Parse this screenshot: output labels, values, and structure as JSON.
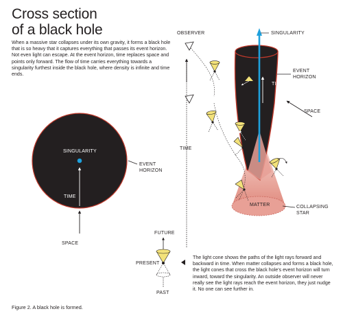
{
  "title": {
    "line1": "Cross section",
    "line2": "of a black hole"
  },
  "intro_text": "When a massive star collapses under its own gravity, it forms a black hole that is so heavy that it captures everything that passes its event horizon. Not even light can escape. At the event horizon, time replaces space and points only forward. The flow of time carries everything towards a singularity furthest inside the black hole, where density is infinite and time ends.",
  "left_diagram": {
    "singularity": "SINGULARITY",
    "time": "TIME",
    "space": "SPACE",
    "event_horizon_1": "EVENT",
    "event_horizon_2": "HORIZON"
  },
  "right_diagram": {
    "observer": "OBSERVER",
    "singularity": "SINGULARITY",
    "event_horizon_1": "EVENT",
    "event_horizon_2": "HORIZON",
    "time_inside": "TIME",
    "space": "SPACE",
    "time_axis": "TIME",
    "matter": "MATTER",
    "collapsing_1": "COLLAPSING",
    "collapsing_2": "STAR"
  },
  "light_cone_legend": {
    "future": "FUTURE",
    "present": "PRESENT",
    "past": "PAST",
    "text": "The light cone shows the paths of the light rays forward and backward in time. When matter collapses and forms a black hole, the light cones that cross the black hole's event horizon will turn inward, toward the singularity. An outside observer will never really see the light rays reach the event horizon, they just nudge it. No one can see further in."
  },
  "caption": "Figure 2. A black hole is formed.",
  "colors": {
    "black_hole": "#231f20",
    "singularity_blue": "#1ea0dc",
    "matter_pink": "#e8a096",
    "matter_pink_dark": "#c9645a",
    "cone_yellow": "#f3e27a",
    "horizon_red": "#c0392b"
  }
}
